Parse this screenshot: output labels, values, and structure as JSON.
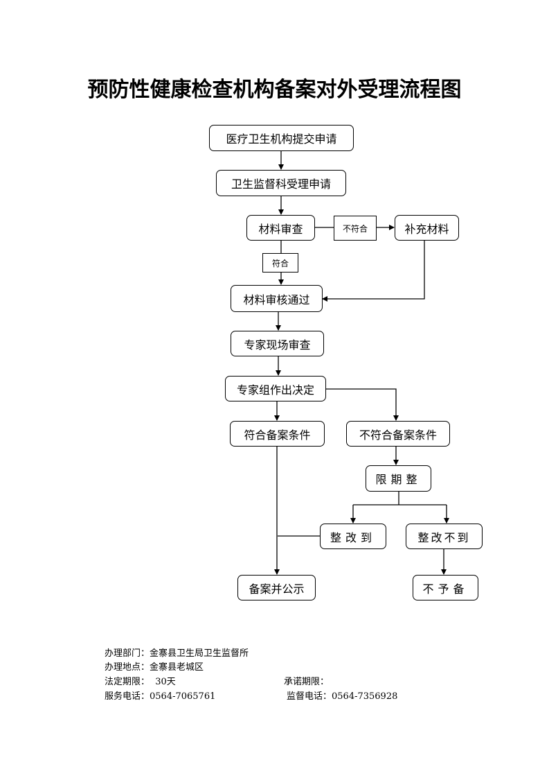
{
  "title": "预防性健康检查机构备案对外受理流程图",
  "flow": {
    "submit": "医疗卫生机构提交申请",
    "accept": "卫生监督科受理申请",
    "review": "材料审查",
    "not_comply_label": "不符合",
    "supplement": "补充材料",
    "comply_label": "符合",
    "passed": "材料审核通过",
    "onsite": "专家现场审查",
    "decision": "专家组作出决定",
    "qualified": "符合备案条件",
    "unqualified": "不符合备案条件",
    "rectify": "限期整",
    "rectified": "整改到",
    "not_rectified": "整改不到",
    "publish": "备案并公示",
    "refuse": "不予备"
  },
  "info": {
    "dept": "办理部门：金寨县卫生局卫生监督所",
    "place": "办理地点：金寨县老城区",
    "legal_period": "法定期限：  30天",
    "promised_period": "承诺期限：",
    "service_phone": "服务电话：0564-7065761",
    "supervise_phone": "监督电话：0564-7356928"
  }
}
